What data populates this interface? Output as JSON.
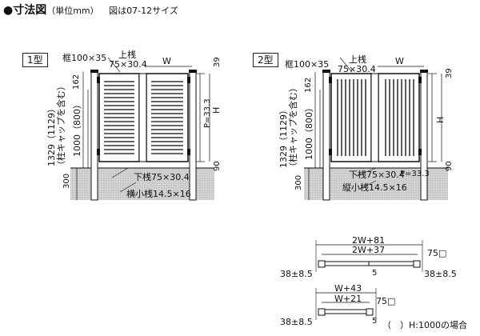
{
  "header": {
    "title": "寸法図",
    "unit": "（単位mm）",
    "note": "図は07-12サイズ"
  },
  "type1": {
    "label": "1型",
    "frame": "框100×35",
    "top_rail": "上桟",
    "top_rail_size": "75×30.4",
    "width": "W",
    "dim_39": "39",
    "dim_162": "162",
    "height": "H",
    "pitch": "P=33.3",
    "post_height": "1329（1129）",
    "post_note": "（柱キャップを含む）",
    "dim_1000": "1000（800）",
    "dim_90": "90",
    "dim_300": "300",
    "bottom_rail": "下桟75×30.4",
    "horizontal_slat": "横小桟14.5×16"
  },
  "type2": {
    "label": "2型",
    "frame": "框100×35",
    "top_rail": "上桟",
    "top_rail_size": "75×30.4",
    "width": "W",
    "dim_39": "39",
    "dim_162": "162",
    "height": "H",
    "pitch": "P=33.3",
    "post_height": "1329（1129）",
    "post_note": "（柱キャップを含む）",
    "dim_1000": "1000（800）",
    "dim_90": "90",
    "dim_300": "300",
    "bottom_rail": "下桟75×30.4",
    "vertical_slat": "縦小桟14.5×16"
  },
  "plan_double": {
    "outer": "2W+81",
    "inner": "2W+37",
    "post": "75□",
    "left_offset": "38±8.5",
    "right_offset": "38±8.5",
    "center_gap": "5"
  },
  "plan_single": {
    "outer": "W+43",
    "inner": "W+21",
    "post": "75□",
    "left_offset": "38±8.5",
    "gap": "5"
  },
  "footnote": "（　）H:1000の場合"
}
